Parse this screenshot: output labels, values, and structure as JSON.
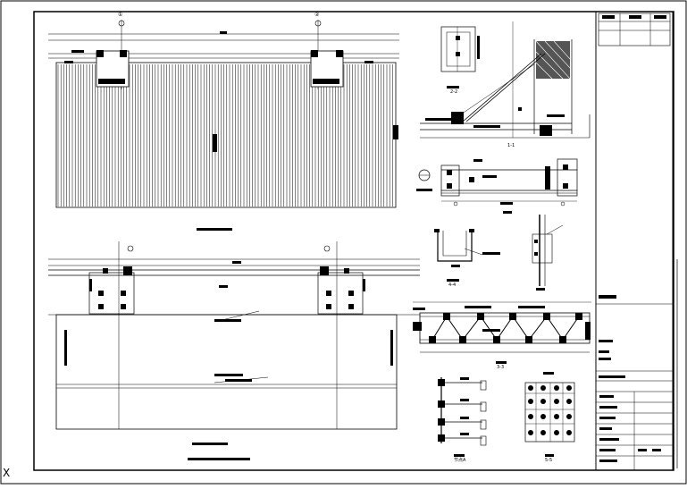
{
  "drawing": {
    "elevation_title": "",
    "plan_title": "",
    "plan_note": "",
    "section_labels": [
      "1-1",
      "2-2",
      "3-3",
      "4-4",
      "5-5",
      "节点A"
    ],
    "axis_labels": [
      "①",
      "②"
    ],
    "sheet_stamp": "",
    "corner_mark": "X"
  },
  "title_block": {
    "rows": [
      "",
      "",
      "",
      "",
      "",
      "",
      ""
    ],
    "drawing_number": ""
  }
}
